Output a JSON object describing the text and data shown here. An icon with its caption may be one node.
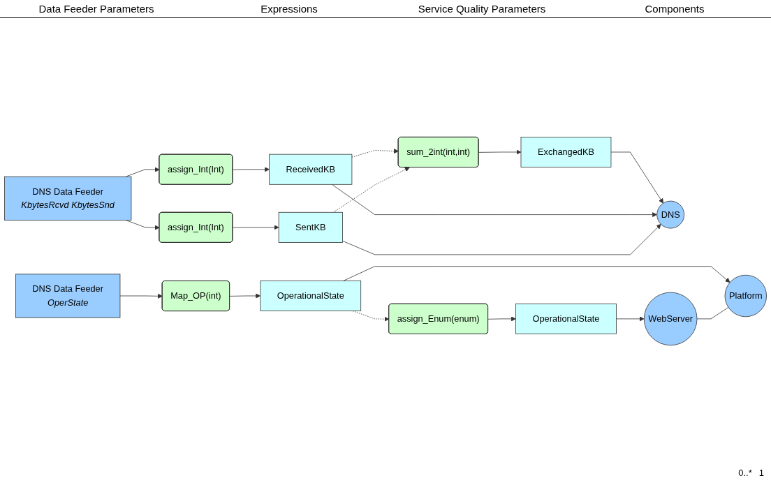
{
  "diagram": {
    "nodes": [
      {
        "text": [
          "DNS Data Feeder",
          "KbytesRcvd KbytesSnd"
        ]
      },
      {
        "text": [
          "DNS Data Feeder",
          "OperState"
        ]
      },
      {
        "text": [
          "sum_2int(int,int)"
        ]
      },
      {
        "text": [
          "assign_Int(Int)"
        ]
      },
      {
        "text": [
          "assign_Int(Int)"
        ]
      },
      {
        "text": [
          "assign_Enum(enum)"
        ]
      },
      {
        "text": [
          "Map_OP(int)"
        ]
      },
      {
        "text": [
          "ExchangedKB"
        ]
      },
      {
        "text": [
          "ReceivedKB"
        ]
      },
      {
        "text": [
          "SentKB"
        ]
      },
      {
        "text": [
          "OperationalState"
        ]
      },
      {
        "text": [
          "OperationalState"
        ]
      },
      {
        "text": [
          "DNS"
        ]
      },
      {
        "text": [
          "WebServer"
        ]
      },
      {
        "text": [
          "Platform"
        ]
      }
    ],
    "edges": [
      {
        "from": 0,
        "to": 3,
        "arrow": "to"
      },
      {
        "from": 0,
        "to": 4,
        "arrow": "to"
      },
      {
        "from": 1,
        "to": 6,
        "arrow": "to"
      },
      {
        "from": 2,
        "to": 7,
        "arrow": "to"
      },
      {
        "from": 3,
        "to": 8,
        "arrow": "to"
      },
      {
        "from": 4,
        "to": 9,
        "arrow": "to"
      },
      {
        "from": 6,
        "to": 11,
        "arrow": "to"
      },
      {
        "from": 5,
        "to": 10,
        "arrow": "to"
      },
      {
        "from": 8,
        "to": 2,
        "arrow": "to",
        "style": "dashed"
      },
      {
        "from": 9,
        "to": 2,
        "arrow": "to",
        "style": "dashed"
      },
      {
        "from": 11,
        "to": 5,
        "arrow": "to",
        "style": "dashed"
      },
      {
        "from": 7,
        "to": 12,
        "arrow": "to"
      },
      {
        "from": 8,
        "to": 12,
        "arrow": "to"
      },
      {
        "from": 9,
        "to": 12,
        "arrow": "to"
      },
      {
        "from": 10,
        "to": 13,
        "arrow": "to"
      },
      {
        "from": 11,
        "to": 14,
        "arrow": "to"
      },
      {
        "from": 13,
        "to": 14,
        "arrow": "none"
      }
    ],
    "labels": [
      "Data Feeder Parameters",
      "Expressions",
      "Service Quality Parameters",
      "Components",
      "0..*",
      "1"
    ]
  }
}
